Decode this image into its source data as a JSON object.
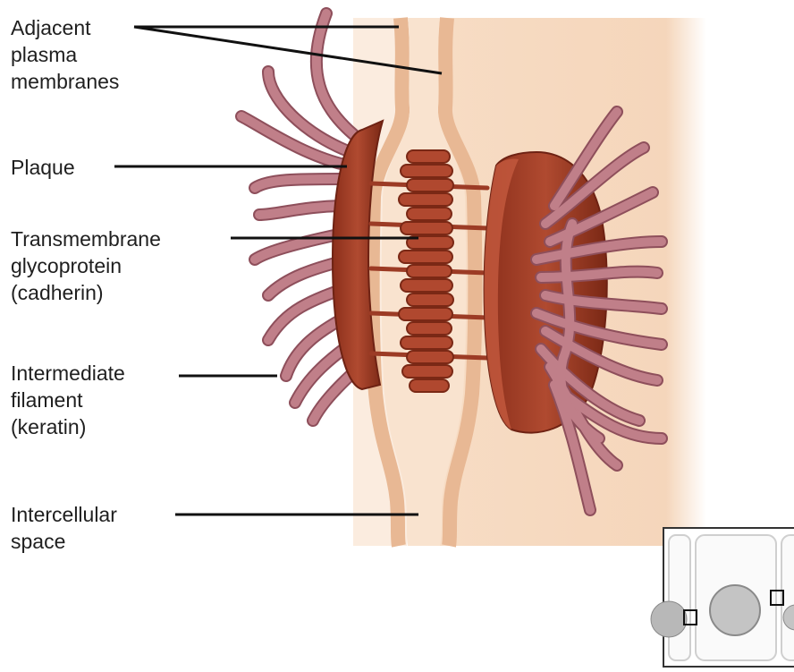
{
  "labels": {
    "membranes": "Adjacent\nplasma\nmembranes",
    "plaque": "Plaque",
    "cadherin": "Transmembrane\nglycoprotein\n(cadherin)",
    "filament": "Intermediate\nfilament\n(keratin)",
    "space": "Intercellular\nspace"
  },
  "colors": {
    "cytoplasm": "#f6d9c0",
    "membrane": "#f2c9a8",
    "plaque": "#a63d26",
    "plaque_dark": "#7d2a19",
    "cadherin": "#a8422c",
    "filament": "#b9747e",
    "filament_edge": "#8e4f5b",
    "leader": "#111111"
  }
}
